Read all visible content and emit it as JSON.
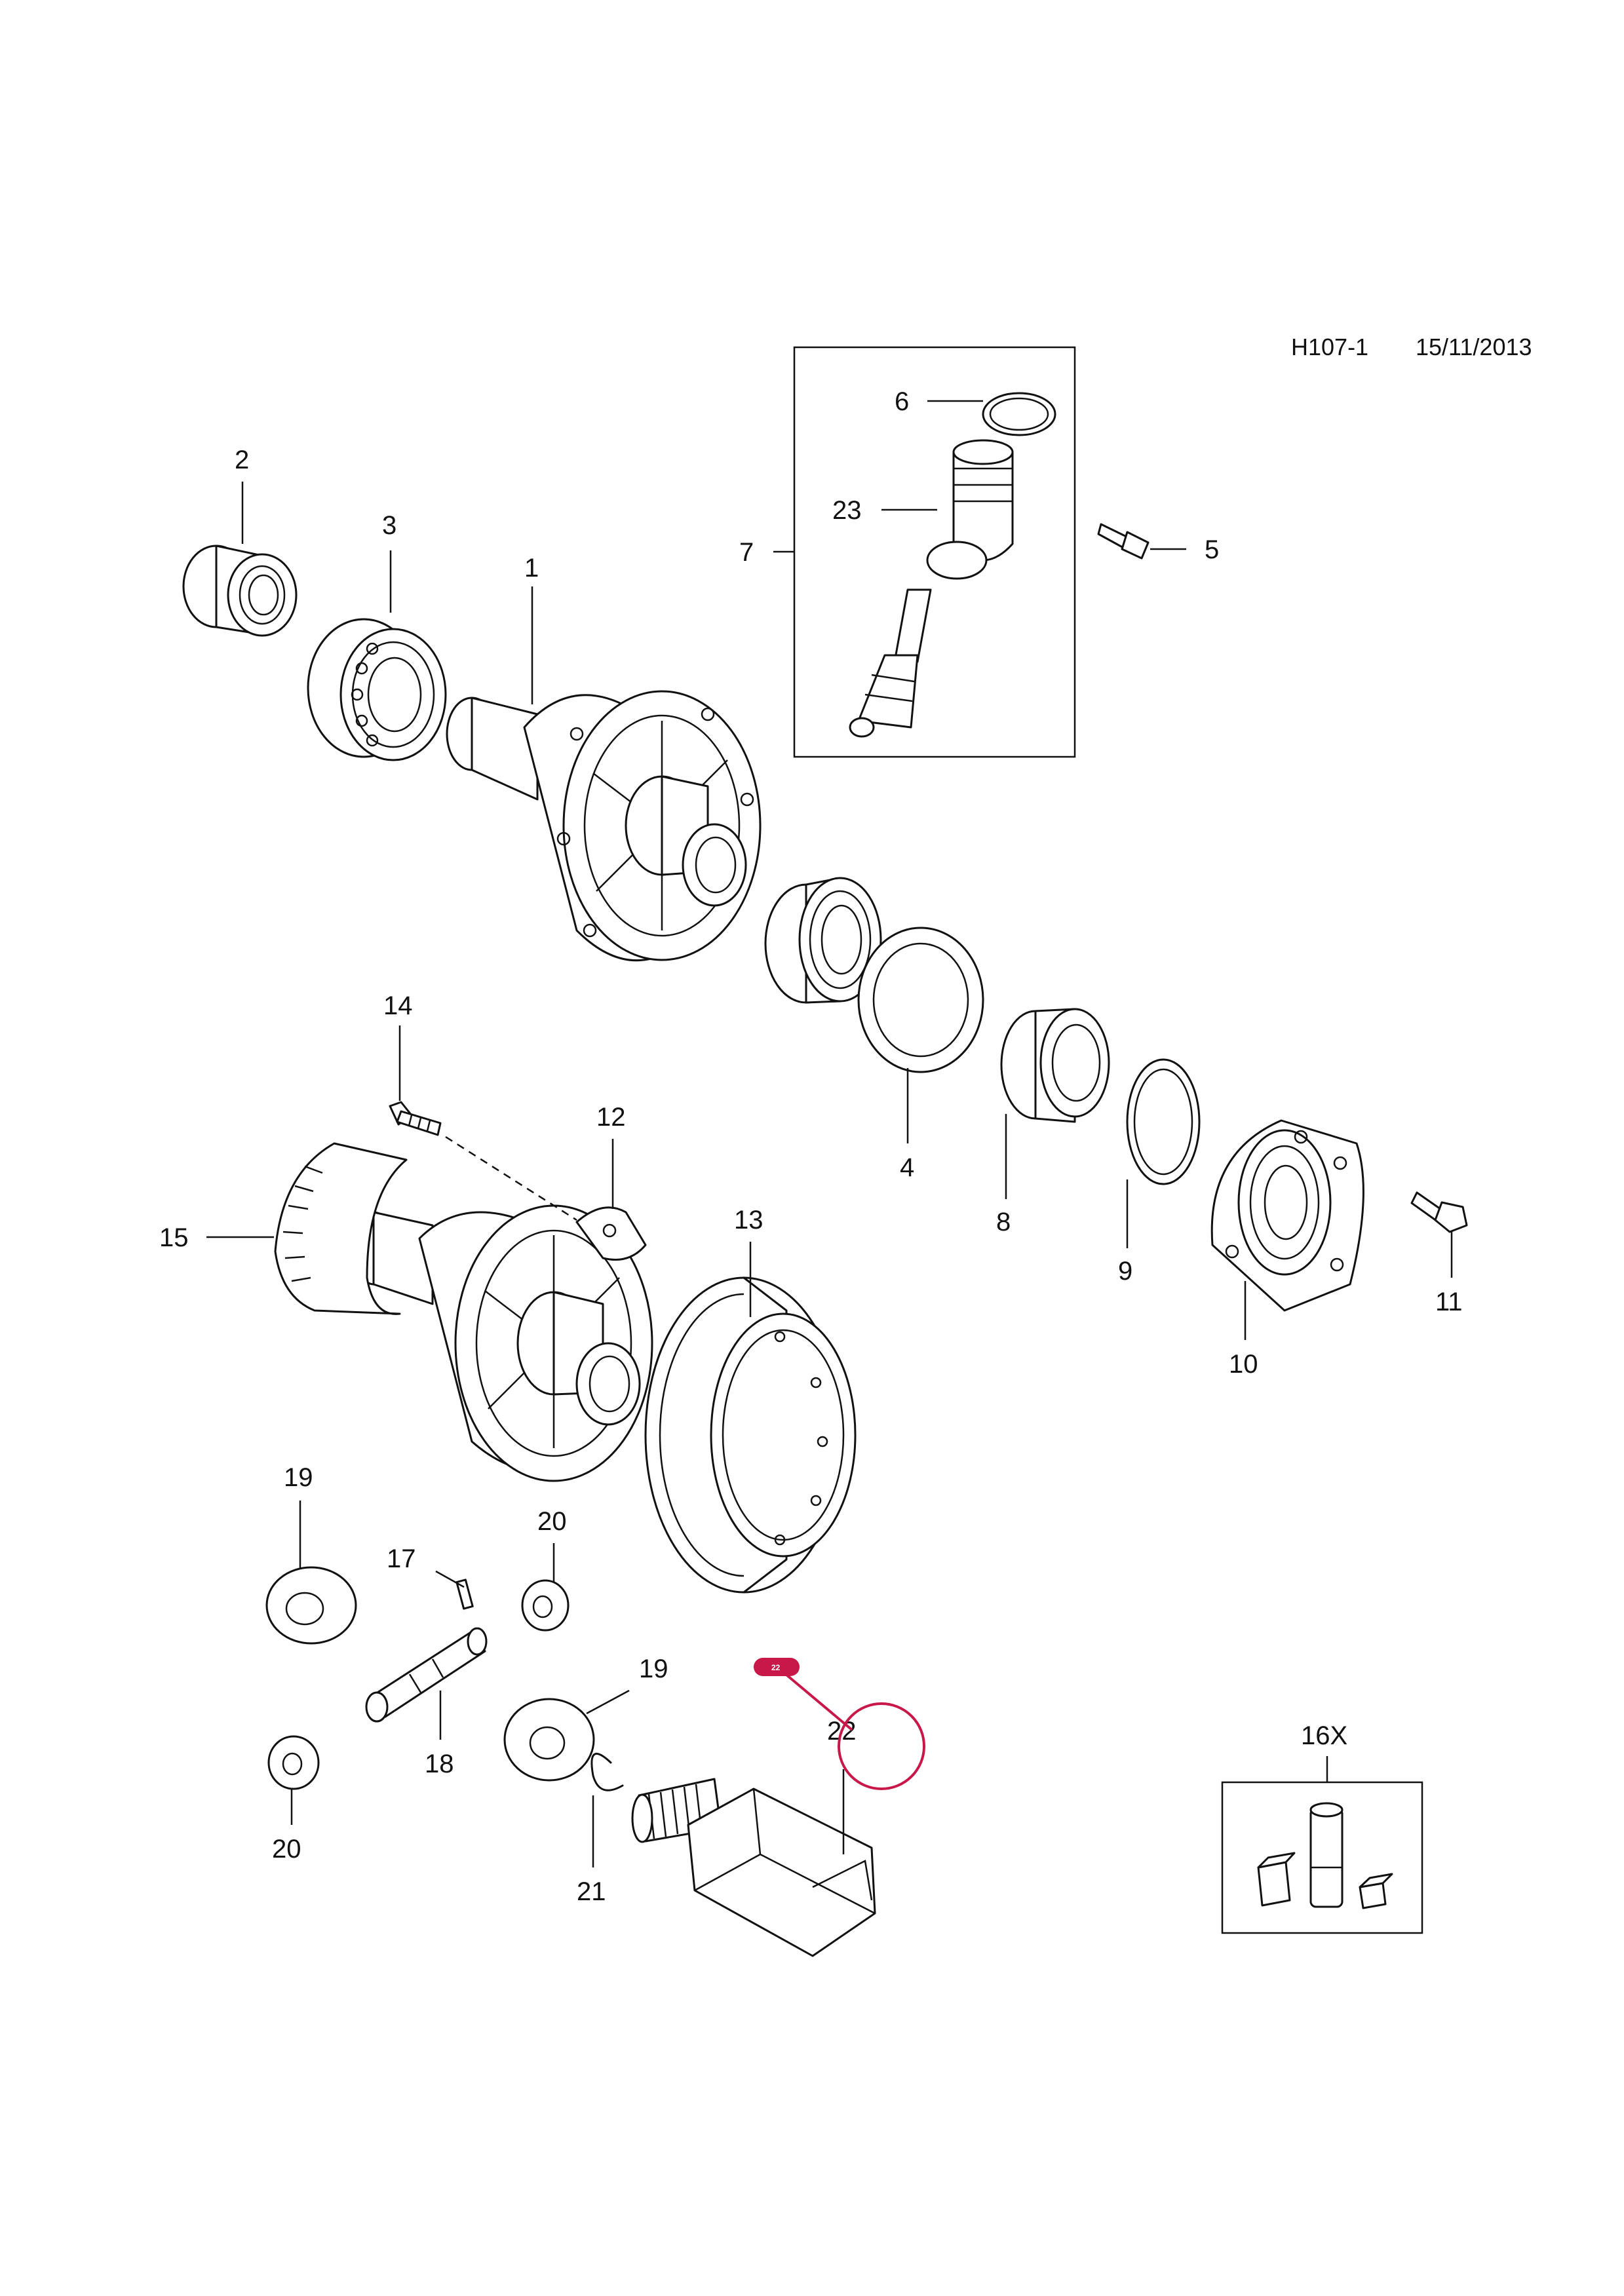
{
  "header": {
    "code": "H107-1",
    "date": "15/11/2013"
  },
  "labels": {
    "p1": "1",
    "p2": "2",
    "p3": "3",
    "p4": "4",
    "p5": "5",
    "p6": "6",
    "p7": "7",
    "p8": "8",
    "p9": "9",
    "p10": "10",
    "p11": "11",
    "p12": "12",
    "p13": "13",
    "p14": "14",
    "p15": "15",
    "p16x": "16X",
    "p17": "17",
    "p18": "18",
    "p19a": "19",
    "p19b": "19",
    "p20a": "20",
    "p20b": "20",
    "p21": "21",
    "p22": "22",
    "p23": "23"
  },
  "highlight": {
    "badge": "22",
    "color": "#c8184a"
  }
}
